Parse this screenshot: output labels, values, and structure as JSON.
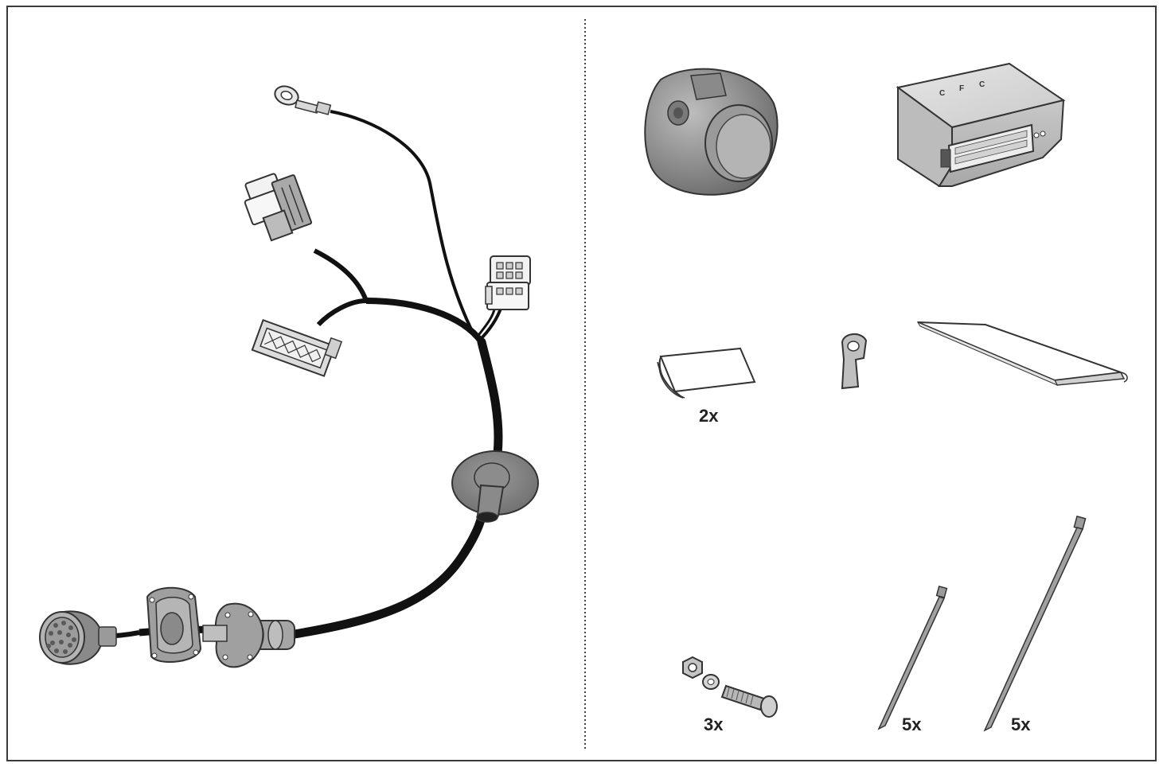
{
  "colors": {
    "frame": "#3a3a3a",
    "cable": "#111111",
    "part_dark": "#7d7d7d",
    "part_mid": "#a9a9a9",
    "part_light": "#d4d4d4",
    "connector_white": "#f2f2f2",
    "divider": "#444444"
  },
  "parts": {
    "wiring_harness": {
      "icon": "wiring-harness-icon"
    },
    "trailer_socket": {
      "icon": "trailer-socket-icon"
    },
    "control_module": {
      "icon": "control-module-icon",
      "badge_letters": [
        "C",
        "F",
        "C"
      ]
    },
    "adhesive_pad": {
      "icon": "adhesive-pad-icon",
      "quantity": "2x"
    },
    "earth_tab": {
      "icon": "earth-tab-icon"
    },
    "instruction_sheet": {
      "icon": "instruction-sheet-icon"
    },
    "bolt_set": {
      "icon": "bolt-nut-washer-icon",
      "quantity": "3x"
    },
    "cable_tie_short": {
      "icon": "cable-tie-short-icon",
      "quantity": "5x"
    },
    "cable_tie_long": {
      "icon": "cable-tie-long-icon",
      "quantity": "5x"
    }
  }
}
